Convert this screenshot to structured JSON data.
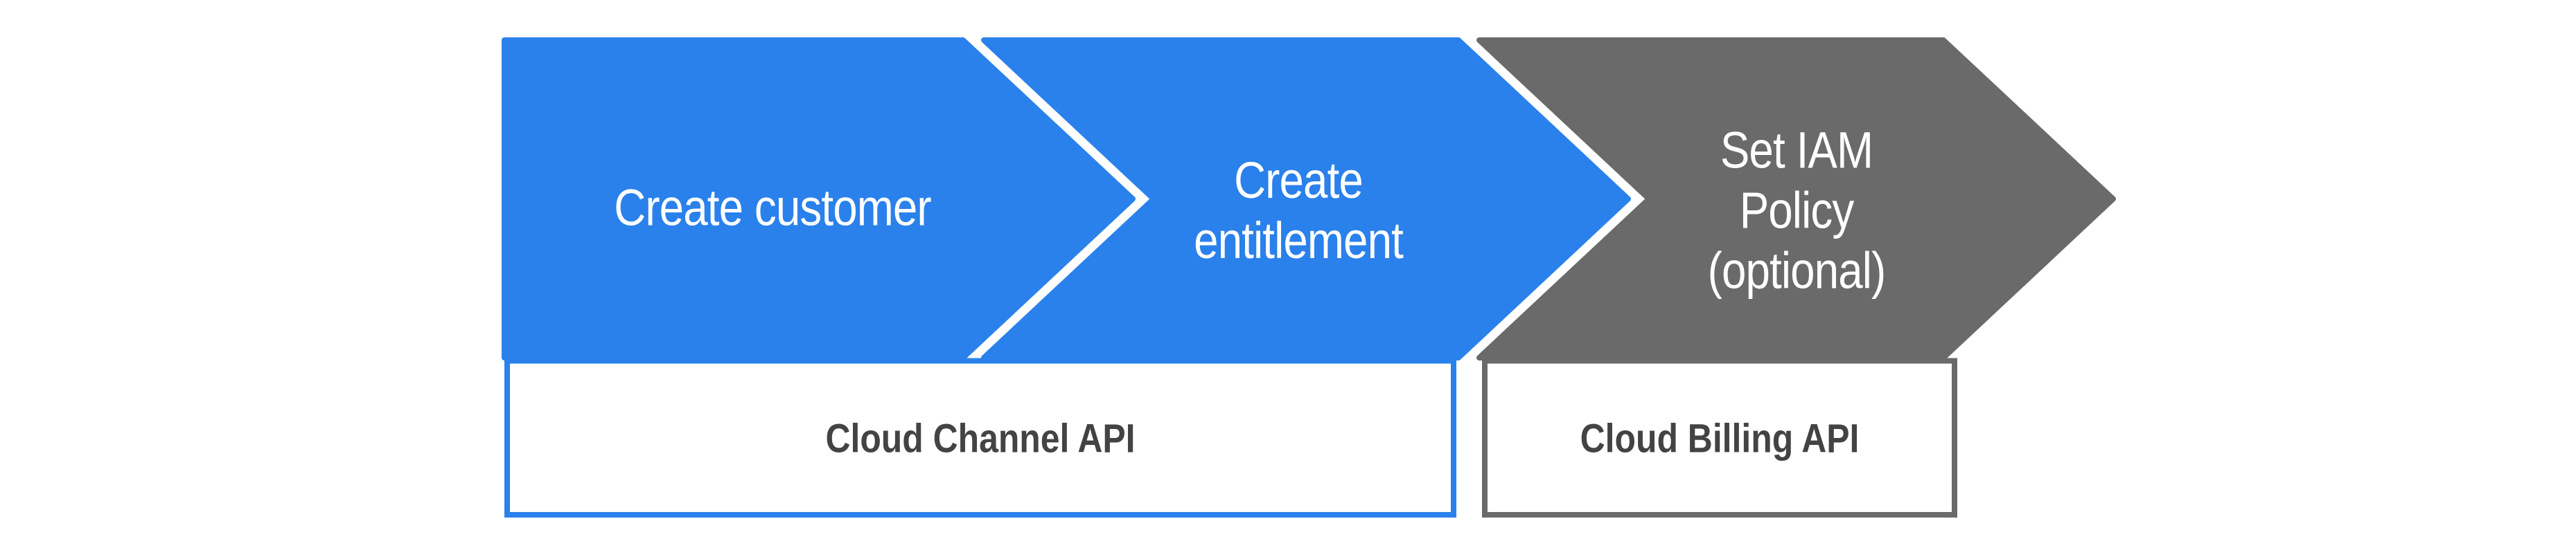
{
  "page": {
    "background": "#FFFFFF"
  },
  "diagram": {
    "steps": [
      {
        "label": "Create customer",
        "lines": [
          "Create customer"
        ],
        "color": "#2A81EB",
        "text_color": "#FFFFFF"
      },
      {
        "label": "Create entitlement",
        "lines": [
          "Create",
          "entitlement"
        ],
        "color": "#2A81EB",
        "text_color": "#FFFFFF"
      },
      {
        "label": "Set IAM Policy (optional)",
        "lines": [
          "Set IAM",
          "Policy",
          "(optional)"
        ],
        "color": "#6A6A6A",
        "text_color": "#FFFFFF"
      }
    ],
    "api_boxes": [
      {
        "label": "Cloud Channel API",
        "border_color": "#2A81EB",
        "fill": "#FFFFFF",
        "text_color": "#434343"
      },
      {
        "label": "Cloud Billing API",
        "border_color": "#6A6A6A",
        "fill": "#FFFFFF",
        "text_color": "#434343"
      }
    ]
  }
}
